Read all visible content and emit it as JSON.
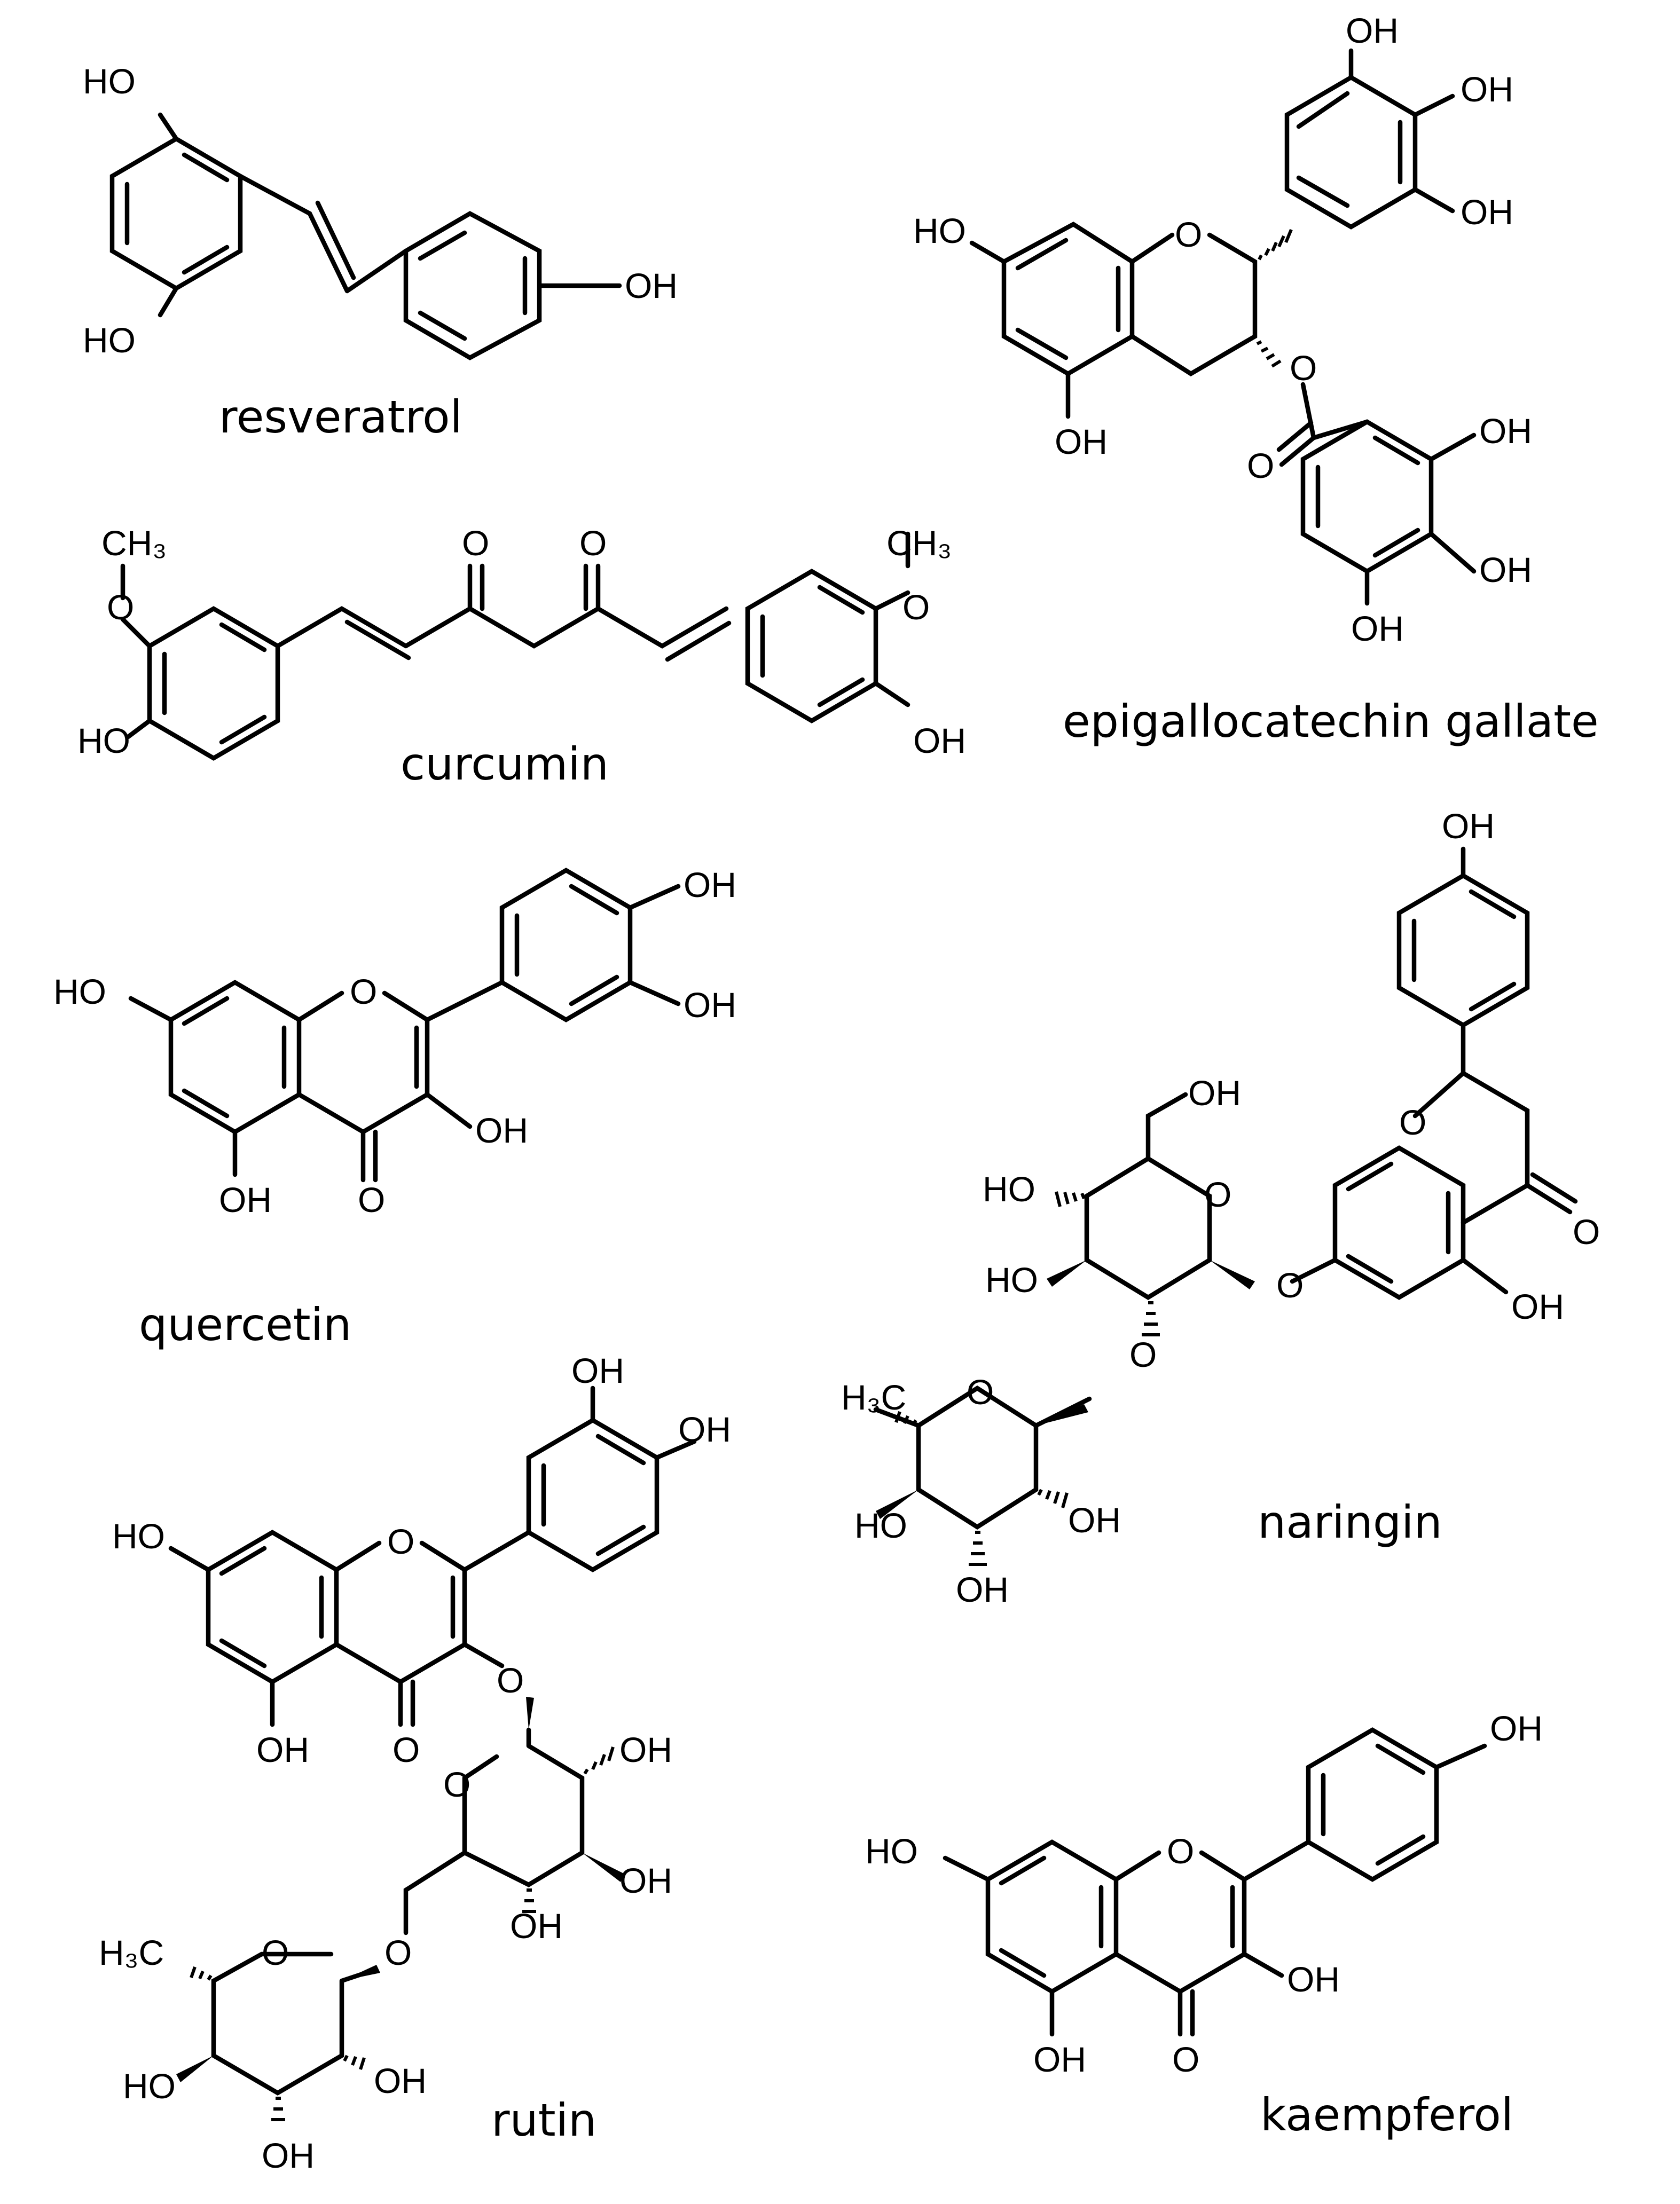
{
  "figure": {
    "compounds": [
      {
        "id": "resveratrol",
        "name": "resveratrol"
      },
      {
        "id": "egcg",
        "name": "epigallocatechin gallate"
      },
      {
        "id": "curcumin",
        "name": "curcumin"
      },
      {
        "id": "quercetin",
        "name": "quercetin"
      },
      {
        "id": "naringin",
        "name": "naringin"
      },
      {
        "id": "rutin",
        "name": "rutin"
      },
      {
        "id": "kaempferol",
        "name": "kaempferol"
      }
    ],
    "atom_labels": {
      "oh": "OH",
      "ho": "HO",
      "o": "O",
      "ch3": "CH₃",
      "h3c": "H₃C"
    }
  }
}
